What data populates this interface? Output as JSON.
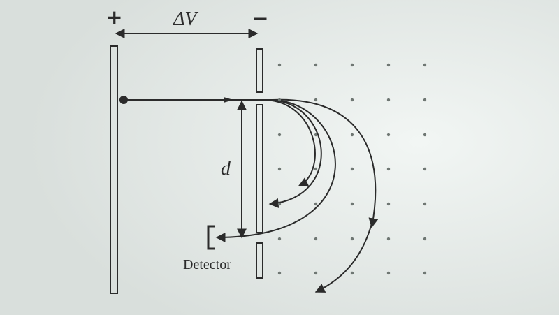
{
  "labels": {
    "plus": "+",
    "minus": "−",
    "delta_v": "ΔV",
    "d": "d",
    "detector": "Detector"
  },
  "colors": {
    "ink": "#2b2b2b",
    "paper": "#e8edeb",
    "dot": "#6f7773"
  }
}
